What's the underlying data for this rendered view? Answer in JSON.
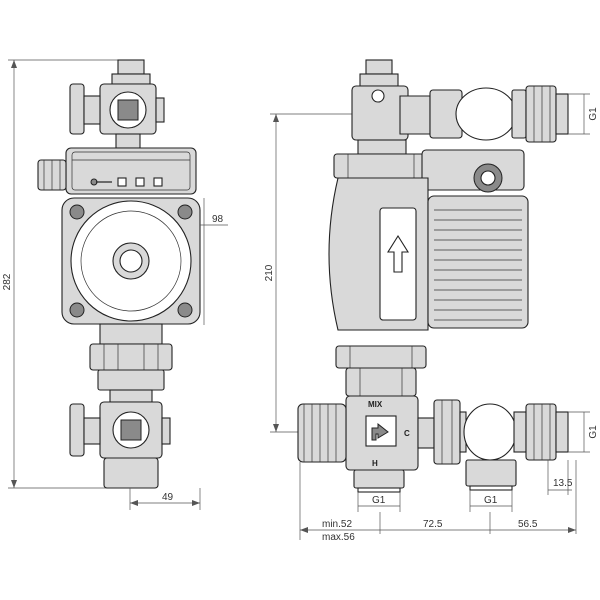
{
  "dimensions": {
    "total_height": "282",
    "pump_width": "98",
    "valve_height": "210",
    "left_bottom": "49",
    "min": "min.52",
    "max": "max.56",
    "mid": "72.5",
    "right": "56.5",
    "small": "13.5"
  },
  "labels": {
    "thread": "G1",
    "mix": "MIX",
    "cold": "C",
    "hot": "H"
  }
}
